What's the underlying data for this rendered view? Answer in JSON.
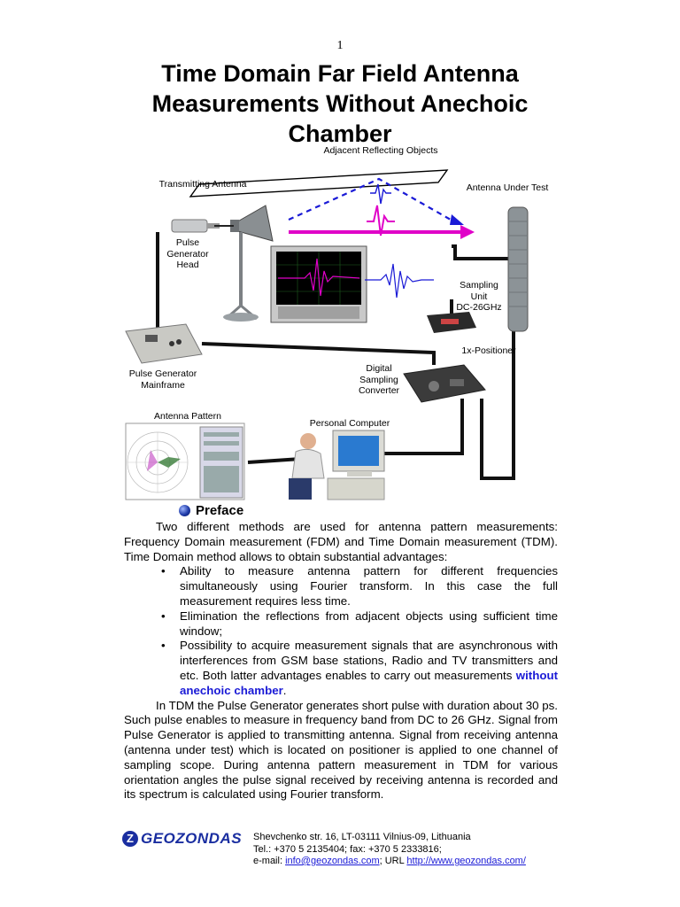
{
  "page_number": "1",
  "title": "Time Domain Far Field Antenna Measurements Without Anechoic Chamber",
  "diagram": {
    "labels": {
      "adjacent_objects": "Adjacent Reflecting Objects",
      "transmitting_antenna": "Transmitting Antenna",
      "antenna_under_test": "Antenna Under Test",
      "pulse_generator_head": "Pulse\nGenerator\nHead",
      "sampling_unit": "Sampling\nUnit\nDC-26GHz",
      "positioner": "1x-Positioner",
      "pulse_generator_mainframe": "Pulse Generator\nMainframe",
      "digital_sampling_converter": "Digital\nSampling\nConverter",
      "antenna_pattern": "Antenna Pattern",
      "personal_computer": "Personal Computer"
    },
    "colors": {
      "signal_arrow": "#e000c8",
      "reflection": "#1a1ad6",
      "cable": "#111111"
    }
  },
  "preface": {
    "heading": "Preface",
    "intro": "Two different methods are used for antenna pattern measurements: Frequency Domain measurement (FDM) and Time Domain measurement (TDM). Time Domain method allows to obtain substantial advantages:",
    "bullets": [
      "Ability to measure antenna pattern for different frequencies simultaneously using Fourier transform. In this case the full measurement requires less time.",
      "Elimination the reflections from adjacent objects using sufficient time window;",
      "Possibility to acquire measurement signals that are asynchronous with interferences from GSM base stations, Radio and TV transmitters and etc. Both latter advantages enables to carry out measurements "
    ],
    "highlight": "without anechoic chamber",
    "highlight_tail": ".",
    "para2": "In TDM the Pulse Generator generates short pulse with duration about 30 ps. Such pulse enables to measure in frequency band from DC to 26 GHz. Signal from Pulse Generator is applied to transmitting antenna. Signal from receiving antenna  (antenna under test) which is located on positioner is applied to one channel of sampling scope. During antenna pattern measurement in TDM for various orientation angles the pulse signal received  by receiving antenna is recorded and its spectrum is calculated using Fourier transform."
  },
  "footer": {
    "logo": "GEOZONDAS",
    "address": "Shevchenko str. 16, LT-03111 Vilnius-09, Lithuania",
    "tel": "Tel.: +370 5 2135404; fax: +370 5 2333816;",
    "email_label": "e-mail: ",
    "email": "info@geozondas.com",
    "url_label": ";  URL ",
    "url": "http://www.geozondas.com/"
  }
}
